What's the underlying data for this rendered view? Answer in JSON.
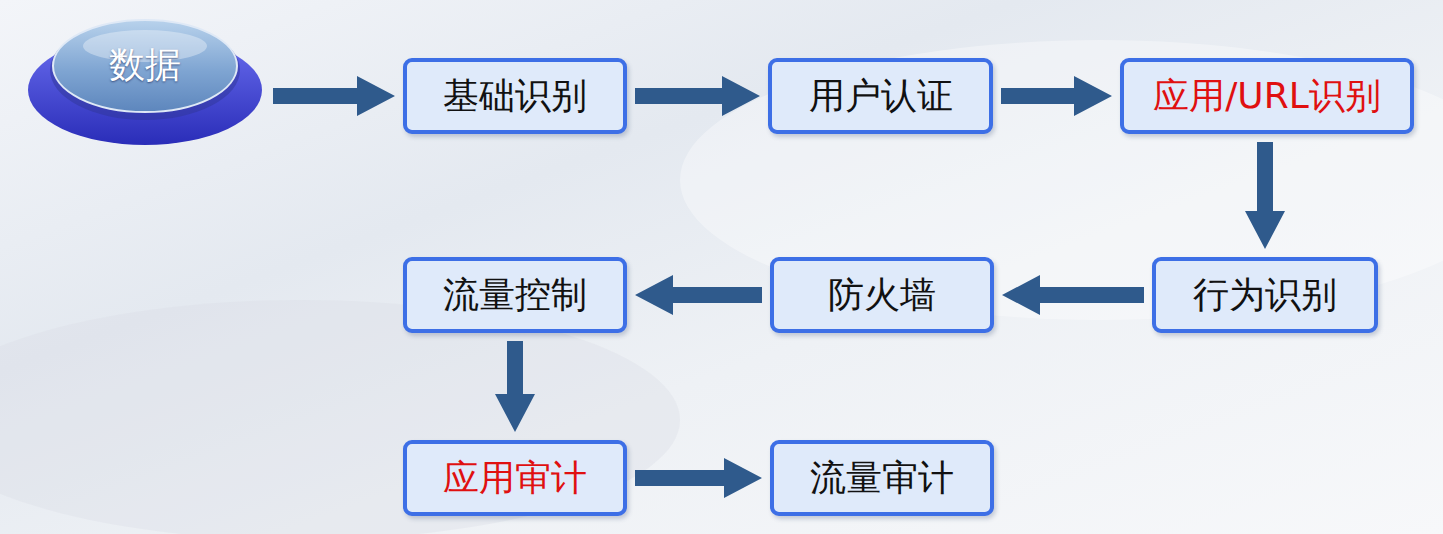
{
  "diagram": {
    "nodes": [
      {
        "text": [
          "数据"
        ]
      },
      {
        "text": [
          "基础识别"
        ]
      },
      {
        "text": [
          "用户认证"
        ]
      },
      {
        "text": [
          "应用/URL识别"
        ]
      },
      {
        "text": [
          "行为识别"
        ]
      },
      {
        "text": [
          "防火墙"
        ]
      },
      {
        "text": [
          "流量控制"
        ]
      },
      {
        "text": [
          "应用审计"
        ]
      },
      {
        "text": [
          "流量审计"
        ]
      }
    ],
    "edges": [
      {
        "from": 0,
        "to": 1,
        "arrow": "to"
      },
      {
        "from": 1,
        "to": 2,
        "arrow": "to"
      },
      {
        "from": 2,
        "to": 3,
        "arrow": "to"
      },
      {
        "from": 3,
        "to": 4,
        "arrow": "to"
      },
      {
        "from": 4,
        "to": 5,
        "arrow": "to"
      },
      {
        "from": 5,
        "to": 6,
        "arrow": "to"
      },
      {
        "from": 6,
        "to": 7,
        "arrow": "to"
      },
      {
        "from": 7,
        "to": 8,
        "arrow": "to"
      }
    ]
  }
}
